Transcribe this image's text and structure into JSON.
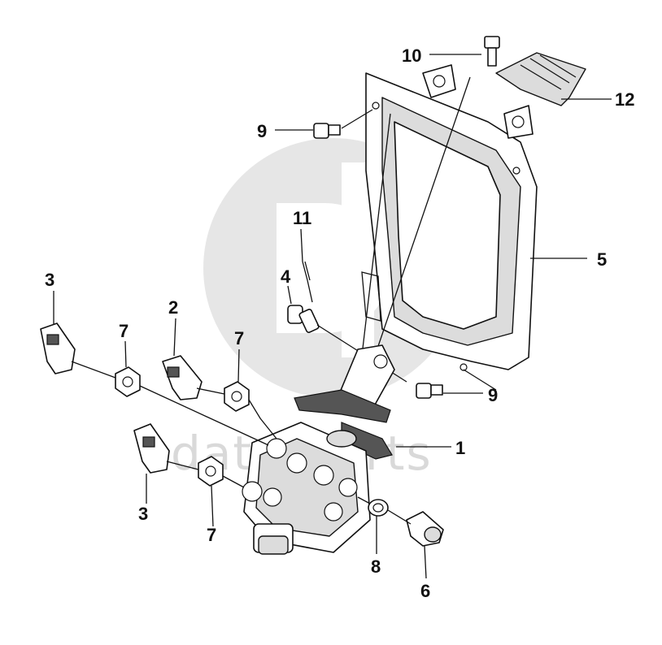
{
  "watermark": {
    "text": "dato-parts",
    "color": "#d9d9d9"
  },
  "callouts": {
    "c1": "1",
    "c2": "2",
    "c3a": "3",
    "c3b": "3",
    "c4": "4",
    "c5": "5",
    "c6": "6",
    "c7a": "7",
    "c7b": "7",
    "c7c": "7",
    "c8": "8",
    "c9a": "9",
    "c9b": "9",
    "c10": "10",
    "c11": "11",
    "c12": "12"
  },
  "colors": {
    "line": "#111111",
    "shade": "#dcdcdc",
    "watermark": "#d9d9d9"
  }
}
